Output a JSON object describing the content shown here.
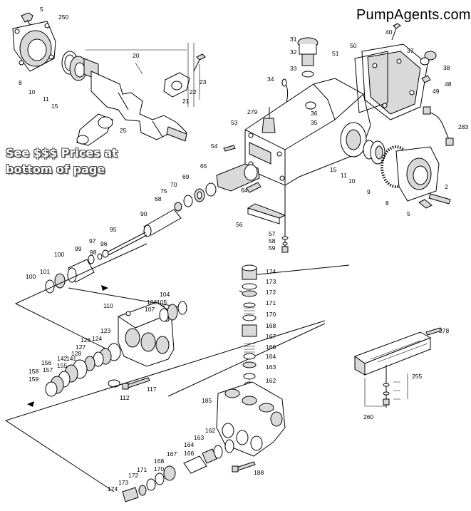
{
  "brand": "PumpAgents.com",
  "notice_lines": [
    "See $$$ Prices at",
    "bottom of page"
  ],
  "callouts": [
    {
      "id": "c5a",
      "text": "5"
    },
    {
      "id": "c250",
      "text": "250"
    },
    {
      "id": "c8a",
      "text": "8"
    },
    {
      "id": "c10a",
      "text": "10"
    },
    {
      "id": "c11a",
      "text": "11"
    },
    {
      "id": "c15a",
      "text": "15"
    },
    {
      "id": "c20",
      "text": "20"
    },
    {
      "id": "c21",
      "text": "21"
    },
    {
      "id": "c22",
      "text": "22"
    },
    {
      "id": "c23",
      "text": "23"
    },
    {
      "id": "c25",
      "text": "25"
    },
    {
      "id": "c31",
      "text": "31"
    },
    {
      "id": "c32",
      "text": "32"
    },
    {
      "id": "c33",
      "text": "33"
    },
    {
      "id": "c34",
      "text": "34"
    },
    {
      "id": "c36",
      "text": "36"
    },
    {
      "id": "c35",
      "text": "35"
    },
    {
      "id": "c40",
      "text": "40"
    },
    {
      "id": "c50",
      "text": "50"
    },
    {
      "id": "c51",
      "text": "51"
    },
    {
      "id": "c37",
      "text": "37"
    },
    {
      "id": "c38",
      "text": "38"
    },
    {
      "id": "c48",
      "text": "48"
    },
    {
      "id": "c49",
      "text": "49"
    },
    {
      "id": "c283",
      "text": "283"
    },
    {
      "id": "c279",
      "text": "279"
    },
    {
      "id": "c53",
      "text": "53"
    },
    {
      "id": "c54",
      "text": "54"
    },
    {
      "id": "c65",
      "text": "65"
    },
    {
      "id": "c64",
      "text": "64"
    },
    {
      "id": "c15b",
      "text": "15"
    },
    {
      "id": "c11b",
      "text": "11"
    },
    {
      "id": "c10b",
      "text": "10"
    },
    {
      "id": "c9",
      "text": "9"
    },
    {
      "id": "c2",
      "text": "2"
    },
    {
      "id": "c8b",
      "text": "8"
    },
    {
      "id": "c5b",
      "text": "5"
    },
    {
      "id": "c69",
      "text": "69"
    },
    {
      "id": "c70",
      "text": "70"
    },
    {
      "id": "c75",
      "text": "75"
    },
    {
      "id": "c68",
      "text": "68"
    },
    {
      "id": "c90",
      "text": "90"
    },
    {
      "id": "c56",
      "text": "56"
    },
    {
      "id": "c57",
      "text": "57"
    },
    {
      "id": "c58",
      "text": "58"
    },
    {
      "id": "c59",
      "text": "59"
    },
    {
      "id": "c95",
      "text": "95"
    },
    {
      "id": "c97",
      "text": "97"
    },
    {
      "id": "c96",
      "text": "96"
    },
    {
      "id": "c99",
      "text": "99"
    },
    {
      "id": "c98",
      "text": "98"
    },
    {
      "id": "c100a",
      "text": "100"
    },
    {
      "id": "c100b",
      "text": "100"
    },
    {
      "id": "c101",
      "text": "101"
    },
    {
      "id": "c174a",
      "text": "174"
    },
    {
      "id": "c173a",
      "text": "173"
    },
    {
      "id": "c172a",
      "text": "172"
    },
    {
      "id": "c171a",
      "text": "171"
    },
    {
      "id": "c170a",
      "text": "170"
    },
    {
      "id": "c168a",
      "text": "168"
    },
    {
      "id": "c167a",
      "text": "167"
    },
    {
      "id": "c166a",
      "text": "166"
    },
    {
      "id": "c164a",
      "text": "164"
    },
    {
      "id": "c163a",
      "text": "163"
    },
    {
      "id": "c162a",
      "text": "162"
    },
    {
      "id": "c104",
      "text": "104"
    },
    {
      "id": "c105",
      "text": "105"
    },
    {
      "id": "c106",
      "text": "106"
    },
    {
      "id": "c107",
      "text": "107"
    },
    {
      "id": "c110",
      "text": "110"
    },
    {
      "id": "c123",
      "text": "123"
    },
    {
      "id": "c124",
      "text": "124"
    },
    {
      "id": "c126",
      "text": "126"
    },
    {
      "id": "c127",
      "text": "127"
    },
    {
      "id": "c128",
      "text": "128"
    },
    {
      "id": "c141",
      "text": "141"
    },
    {
      "id": "c142",
      "text": "142"
    },
    {
      "id": "c156",
      "text": "156"
    },
    {
      "id": "c155",
      "text": "155"
    },
    {
      "id": "c157",
      "text": "157"
    },
    {
      "id": "c158",
      "text": "158"
    },
    {
      "id": "c159",
      "text": "159"
    },
    {
      "id": "c117",
      "text": "117"
    },
    {
      "id": "c112",
      "text": "112"
    },
    {
      "id": "c278",
      "text": "278"
    },
    {
      "id": "c255",
      "text": "255"
    },
    {
      "id": "c260",
      "text": "260"
    },
    {
      "id": "c185",
      "text": "185"
    },
    {
      "id": "c162b",
      "text": "162"
    },
    {
      "id": "c163b",
      "text": "163"
    },
    {
      "id": "c164b",
      "text": "164"
    },
    {
      "id": "c166b",
      "text": "166"
    },
    {
      "id": "c167b",
      "text": "167"
    },
    {
      "id": "c168b",
      "text": "168"
    },
    {
      "id": "c170b",
      "text": "170"
    },
    {
      "id": "c171b",
      "text": "171"
    },
    {
      "id": "c172b",
      "text": "172"
    },
    {
      "id": "c173b",
      "text": "173"
    },
    {
      "id": "c174b",
      "text": "174"
    },
    {
      "id": "c188",
      "text": "188"
    }
  ]
}
